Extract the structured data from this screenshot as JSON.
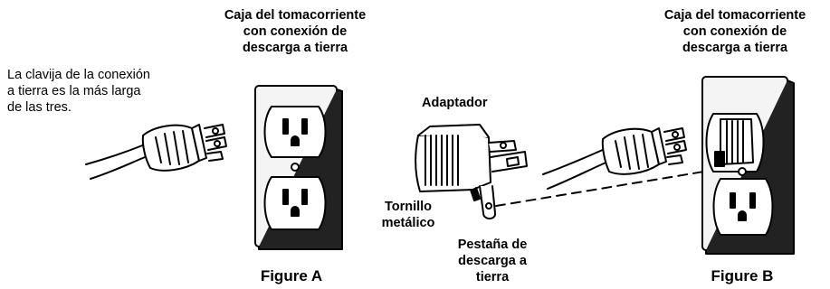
{
  "figure_a": {
    "box_label": [
      "Caja del tomacorriente",
      "con conexión de",
      "descarga a tierra"
    ],
    "ground_note": [
      "La clavija de la conexión",
      "a tierra es la más larga",
      "de las tres."
    ],
    "caption": "Figure A"
  },
  "figure_b": {
    "box_label": [
      "Caja del tomacorriente",
      "con conexión de",
      "descarga a tierra"
    ],
    "caption": "Figure B"
  },
  "adapter": {
    "title": "Adaptador",
    "screw_label": [
      "Tornillo",
      "metálico"
    ],
    "tab_label": [
      "Pestaña de",
      "descarga a",
      "tierra"
    ]
  }
}
